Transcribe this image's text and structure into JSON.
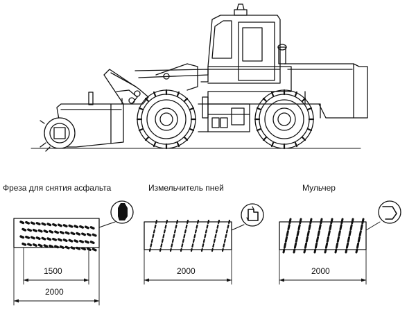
{
  "tools": [
    {
      "label": "Фреза для снятия асфальта",
      "dims": [
        "1500",
        "2000"
      ]
    },
    {
      "label": "Измельчитель пней",
      "dims": [
        "2000"
      ]
    },
    {
      "label": "Мульчер",
      "dims": [
        "2000"
      ]
    }
  ]
}
